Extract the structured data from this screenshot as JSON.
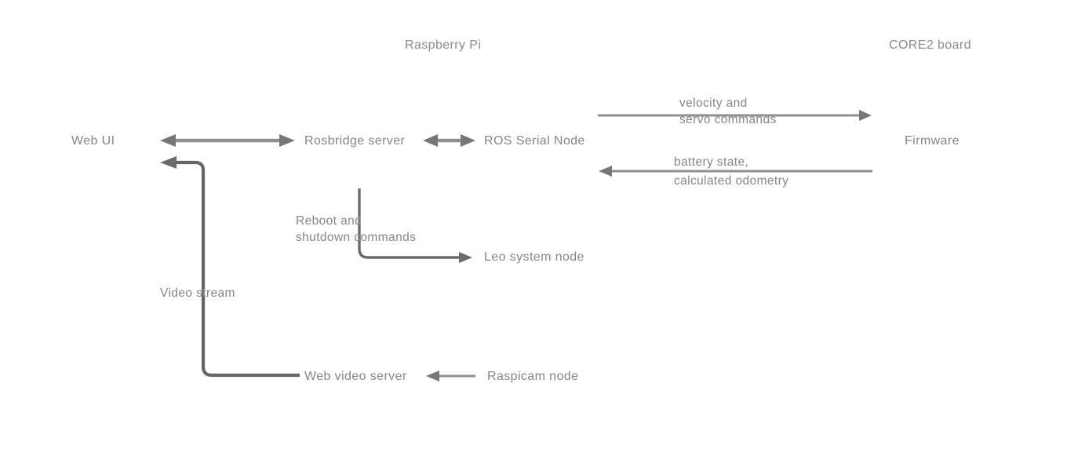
{
  "diagram": {
    "titles": {
      "raspberry_pi": "Raspberry Pi",
      "core2_board": "CORE2 board"
    },
    "nodes": {
      "web_ui": "Web UI",
      "rosbridge_server": "Rosbridge server",
      "ros_serial_node": "ROS Serial Node",
      "firmware": "Firmware",
      "leo_system_node": "Leo system node",
      "web_video_server": "Web video server",
      "raspicam_node": "Raspicam node"
    },
    "edge_labels": {
      "velocity_servo": "velocity and\nservo commands",
      "battery_odometry": "battery state,\ncalculated odometry",
      "reboot_shutdown": "Reboot and\nshutdown commands",
      "video_stream": "Video stream"
    },
    "edges": [
      {
        "from": "web_ui",
        "to": "rosbridge_server",
        "direction": "bidirectional"
      },
      {
        "from": "rosbridge_server",
        "to": "ros_serial_node",
        "direction": "bidirectional"
      },
      {
        "from": "ros_serial_node",
        "to": "firmware",
        "direction": "right",
        "label": "velocity and servo commands"
      },
      {
        "from": "firmware",
        "to": "ros_serial_node",
        "direction": "left",
        "label": "battery state, calculated odometry"
      },
      {
        "from": "rosbridge_server",
        "to": "leo_system_node",
        "direction": "right",
        "label": "Reboot and shutdown commands"
      },
      {
        "from": "raspicam_node",
        "to": "web_video_server",
        "direction": "left"
      },
      {
        "from": "web_video_server",
        "to": "web_ui",
        "direction": "left",
        "label": "Video stream"
      }
    ],
    "colors": {
      "background": "#ffffff",
      "text": "#868686",
      "line_light": "#8f8f8f",
      "line_dark": "#666666",
      "arrow_fill": "#777777"
    }
  }
}
